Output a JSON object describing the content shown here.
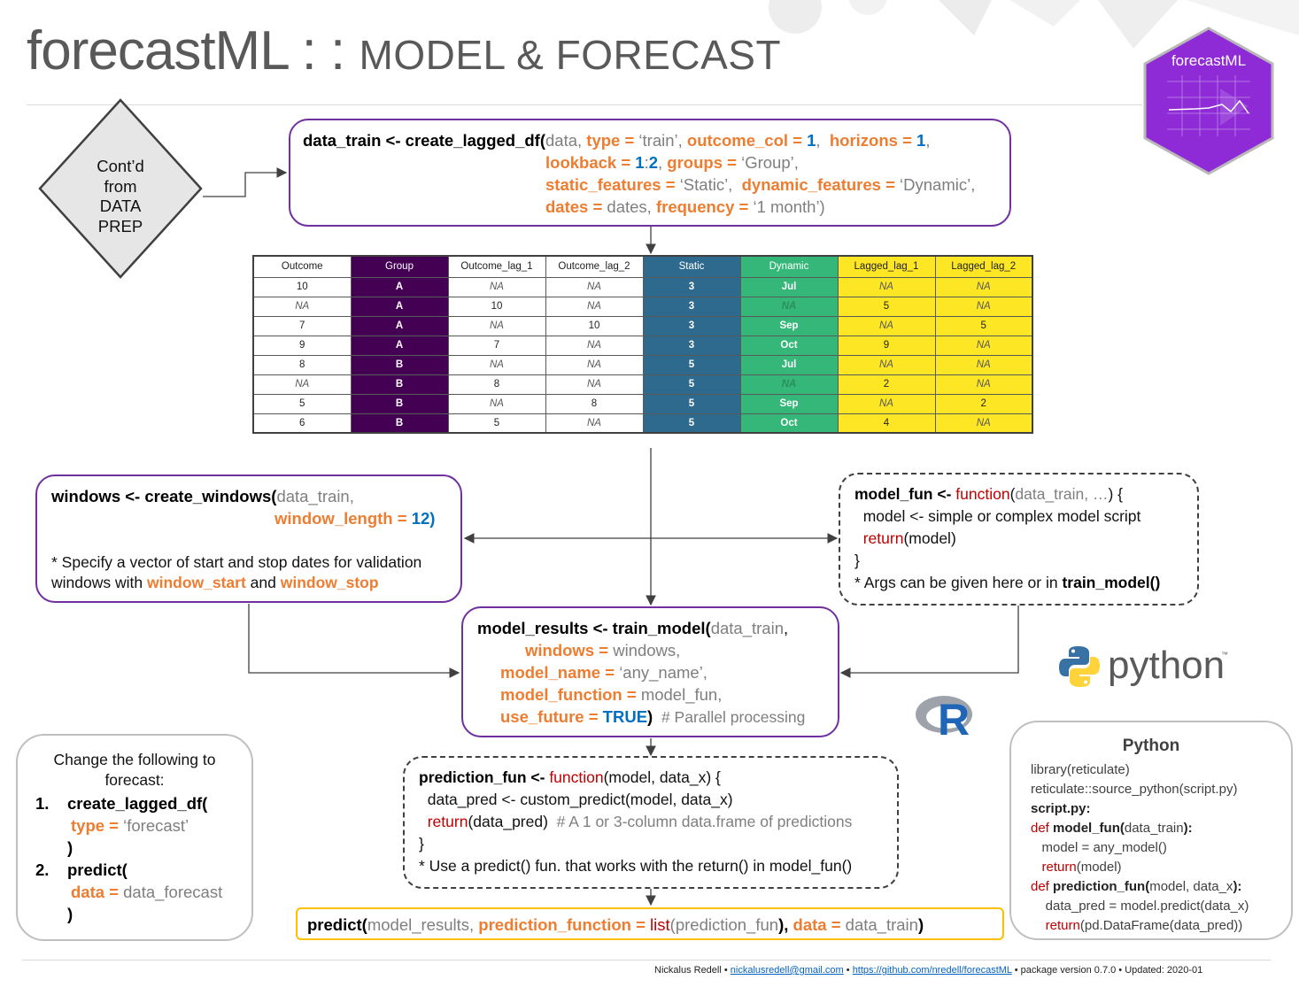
{
  "title": {
    "main": "forecastML : : ",
    "sub": "MODEL & FORECAST"
  },
  "logo": {
    "label": "forecastML",
    "color": "#8e2bd6"
  },
  "diamond": {
    "lines": [
      "Cont’d",
      "from",
      "DATA",
      "PREP"
    ]
  },
  "lagged_df_box": {
    "l1_a": "data_train <- create_lagged_df(",
    "l1_b": "data, ",
    "l1_c": "type = ",
    "l1_d": "‘train’, ",
    "l1_e": "outcome_col = ",
    "l1_f": "1",
    "l1_g": ",  ",
    "l1_h": "horizons = ",
    "l1_i": "1",
    "l1_j": ",",
    "l2_a": "lookback = ",
    "l2_b": "1",
    "l2_c": ":",
    "l2_d": "2",
    "l2_e": ", ",
    "l2_f": "groups = ",
    "l2_g": "‘Group’,",
    "l3_a": "static_features = ",
    "l3_b": "‘Static’,  ",
    "l3_c": "dynamic_features = ",
    "l3_d": "‘Dynamic’,",
    "l4_a": "dates = ",
    "l4_b": "dates, ",
    "l4_c": "frequency = ",
    "l4_d": "‘1 month’)"
  },
  "table": {
    "headers": [
      "Outcome",
      "Group",
      "Outcome_lag_1",
      "Outcome_lag_2",
      "Static",
      "Dynamic",
      "Lagged_lag_1",
      "Lagged_lag_2"
    ],
    "rows": [
      [
        "10",
        "A",
        "NA",
        "NA",
        "3",
        "Jul",
        "NA",
        "NA"
      ],
      [
        "NA",
        "A",
        "10",
        "NA",
        "3",
        "NA",
        "5",
        "NA"
      ],
      [
        "7",
        "A",
        "NA",
        "10",
        "3",
        "Sep",
        "NA",
        "5"
      ],
      [
        "9",
        "A",
        "7",
        "NA",
        "3",
        "Oct",
        "9",
        "NA"
      ],
      [
        "8",
        "B",
        "NA",
        "NA",
        "5",
        "Jul",
        "NA",
        "NA"
      ],
      [
        "NA",
        "B",
        "8",
        "NA",
        "5",
        "NA",
        "2",
        "NA"
      ],
      [
        "5",
        "B",
        "NA",
        "8",
        "5",
        "Sep",
        "NA",
        "2"
      ],
      [
        "6",
        "B",
        "5",
        "NA",
        "5",
        "Oct",
        "4",
        "NA"
      ]
    ],
    "colors": {
      "group": "#440154",
      "static": "#2e6a8e",
      "dynamic": "#35b779",
      "lagged": "#fde725"
    }
  },
  "windows_box": {
    "l1_a": "windows <- create_windows(",
    "l1_b": "data_train,",
    "l2_a": "window_length = ",
    "l2_b": "12",
    "l2_c": ")",
    "note_a": "* Specify a vector of start and stop dates for validation",
    "note_b": "windows with ",
    "note_c": "window_start",
    "note_d": " and ",
    "note_e": "window_stop"
  },
  "model_fun_box": {
    "l1_a": "model_fun",
    "l1_b": " <- ",
    "l1_c": "function",
    "l1_d": "(",
    "l1_e": "data_train, …",
    "l1_f": ") {",
    "l2": "  model <- simple or complex model script",
    "l3_a": "  ",
    "l3_b": "return",
    "l3_c": "(model)",
    "l4": "}",
    "l5_a": "* Args can be given here or in ",
    "l5_b": "train_model()"
  },
  "train_box": {
    "l1_a": "model_results <- train_model(",
    "l1_b": "data_train",
    "l1_c": ",",
    "l2_a": "windows = ",
    "l2_b": "windows,",
    "l3_a": "model_name = ",
    "l3_b": "‘any_name’,",
    "l4_a": "model_function = ",
    "l4_b": "model_fun,",
    "l5_a": "use_future = ",
    "l5_b": "TRUE",
    "l5_c": ")",
    "l5_d": "  # Parallel processing"
  },
  "prediction_box": {
    "l1_a": "prediction_fun <- ",
    "l1_b": "function",
    "l1_c": "(model, data_x) {",
    "l2": "  data_pred <- custom_predict(model, data_x)",
    "l3_a": "  ",
    "l3_b": "return",
    "l3_c": "(data_pred)",
    "l3_d": "  # A 1 or 3-column data.frame of predictions",
    "l4": "}",
    "l5": "* Use a predict() fun. that works with the return() in model_fun()"
  },
  "predict_box": {
    "a": "predict(",
    "b": "model_results, ",
    "c": "prediction_function = ",
    "d": "list",
    "e": "(",
    "f": "prediction_fun",
    "g": "), ",
    "h": "data = ",
    "i": "data_train",
    "j": ")"
  },
  "change_box": {
    "heading_1": "Change the following to",
    "heading_2": "forecast:",
    "item1_num": "1.",
    "item1_a": "create_lagged_df(",
    "item1_b": "type = ",
    "item1_c": "‘forecast’",
    "item1_d": ")",
    "item2_num": "2.",
    "item2_a": "predict(",
    "item2_b": "data = ",
    "item2_c": "data_forecast",
    "item2_d": ")"
  },
  "python_logo": {
    "text": "python",
    "tm": "™"
  },
  "r_logo": {
    "text": "R"
  },
  "python_box": {
    "title": "Python",
    "l1": "library(reticulate)",
    "l2": "reticulate::source_python(script.py)",
    "l3": "script.py:",
    "l4_a": "def ",
    "l4_b": "model_fun(",
    "l4_c": "data_train",
    "l4_d": "):",
    "l5": "   model = any_model()",
    "l6_a": "   ",
    "l6_b": "return",
    "l6_c": "(model)",
    "l7_a": "def ",
    "l7_b": "prediction_fun(",
    "l7_c": "model, data_x",
    "l7_d": "):",
    "l8": "    data_pred = model.predict(data_x)",
    "l9_a": "    ",
    "l9_b": "return",
    "l9_c": "(pd.DataFrame(data_pred))"
  },
  "footer": {
    "author": "Nickalus Redell • ",
    "email": "nickalusredell@gmail.com",
    "sep1": " • ",
    "url": "https://github.com/nredell/forecastML",
    "sep2": " •  package version  0.7.0 •  Updated: 2020-01"
  }
}
